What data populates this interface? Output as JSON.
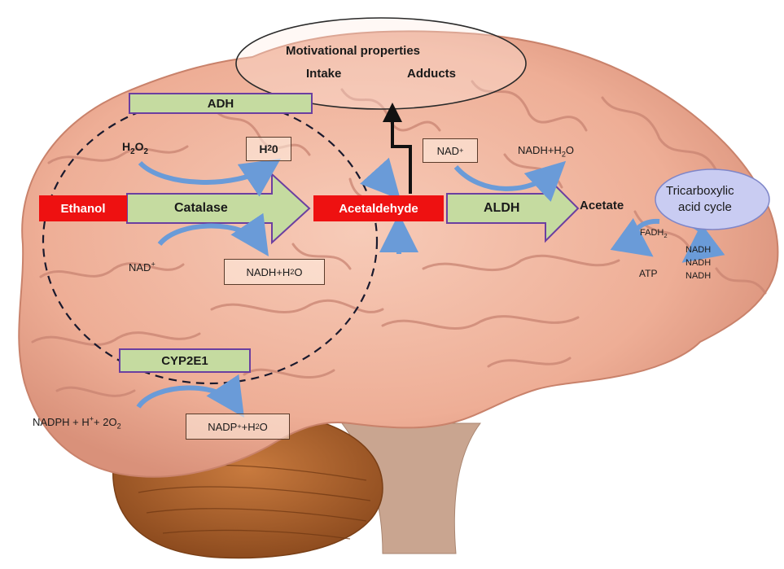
{
  "motivational": {
    "title": "Motivational properties",
    "left": "Intake",
    "right": "Adducts"
  },
  "adh": "ADH",
  "h2o2": {
    "base": "H",
    "sub1": "2",
    "mid": "O",
    "sub2": "2"
  },
  "h2o_box": {
    "base": "H",
    "sub1": "2",
    "tail": "0"
  },
  "ethanol": "Ethanol",
  "catalase": "Catalase",
  "acetaldehyde": "Acetaldehyde",
  "aldh": "ALDH",
  "acetate": "Acetate",
  "nad_left": {
    "base": "NAD",
    "sup": "+"
  },
  "nadh_left": {
    "base": "NADH+H",
    "sub": "2",
    "tail": "O"
  },
  "nad_right": {
    "base": "NAD",
    "sup": "+"
  },
  "nadh_right": {
    "base": "NADH+H",
    "sub": "2",
    "tail": "O"
  },
  "tca": {
    "line1": "Tricarboxylic",
    "line2": "acid cycle"
  },
  "fadh": {
    "base": "FADH",
    "sub": "2"
  },
  "nadh_stack": [
    "NADH",
    "NADH",
    "NADH"
  ],
  "atp": "ATP",
  "cyp": "CYP2E1",
  "nadph": {
    "a": "NADPH + H",
    "sup": "+",
    "b": "+ 2O",
    "sub": "2"
  },
  "nadp": {
    "a": "NADP",
    "sup": "+",
    "b": " +H",
    "sub": "2",
    "c": "O"
  },
  "colors": {
    "brain": "#f2b9a3",
    "cerebellum": "#b5682f",
    "stem": "#c9a590",
    "enzyme_fill": "#c5dba0",
    "enzyme_border": "#6b3fa0",
    "substrate": "#ee1111",
    "cofactor_arrow": "#6a9bd8",
    "tca_fill": "#c9ccf2"
  }
}
